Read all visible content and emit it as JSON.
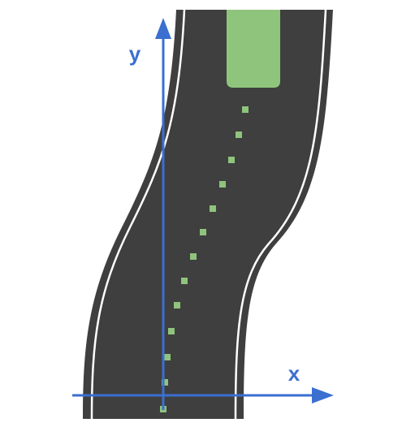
{
  "axes": {
    "x_label": "x",
    "y_label": "y"
  },
  "colors": {
    "road": "#3f3f3f",
    "lane_line": "#ffffff",
    "axis": "#3b6fd0",
    "vehicle": "#8fc47c",
    "path_dots": "#8fc47c",
    "background": "#ffffff"
  },
  "icons": {
    "vehicle": "green-rounded-rectangle",
    "path": "dotted-trajectory"
  }
}
